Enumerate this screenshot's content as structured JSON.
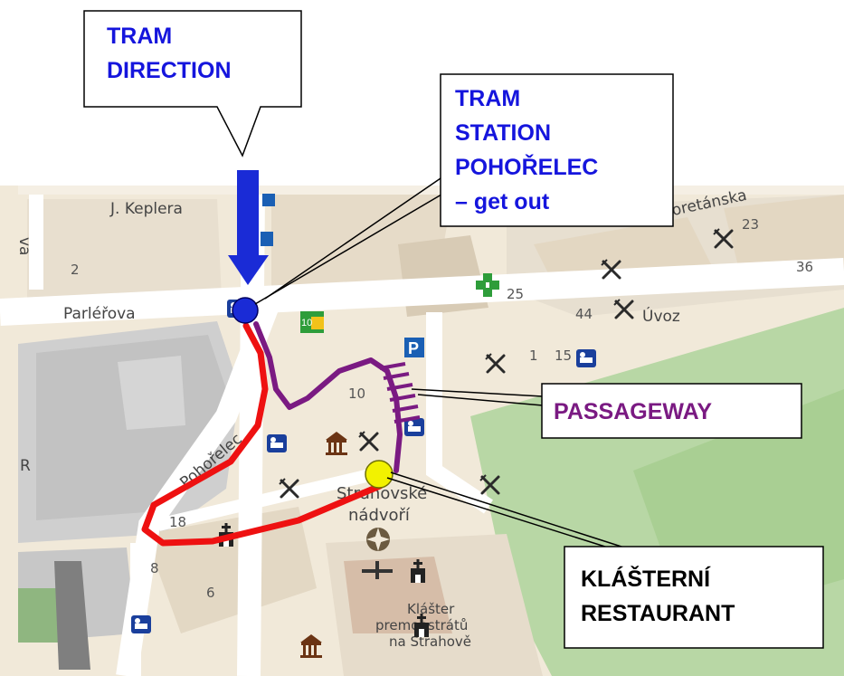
{
  "map": {
    "streets": {
      "keplera": "J. Keplera",
      "parlerova": "Parléřova",
      "pohorelec": "Pohořelec",
      "uvoz": "Úvoz",
      "loretanska": "Loretánska",
      "left_edge": "va"
    },
    "places": {
      "nadvori_line1": "Strahovské",
      "nadvori_line2": "nádvoří",
      "klaster_line1": "Klášter",
      "klaster_line2": "premonstrátů",
      "klaster_line3": "na Strahově",
      "edge_letter": "R"
    },
    "house_numbers": {
      "n2": "2",
      "n25": "25",
      "n44": "44",
      "n23": "23",
      "n36": "36",
      "n1": "1",
      "n15": "15",
      "n10": "10",
      "n18": "18",
      "n8": "8",
      "n6": "6"
    },
    "map_labels": {
      "parking": "P",
      "sign": "10"
    }
  },
  "callouts": {
    "tram_direction": {
      "line1": "TRAM",
      "line2": "DIRECTION"
    },
    "tram_station": {
      "line1": "TRAM",
      "line2": "STATION",
      "line3": "POHOŘELEC",
      "line4": "– get out"
    },
    "passageway": {
      "text": "PASSAGEWAY"
    },
    "restaurant": {
      "line1": "KLÁŠTERNÍ",
      "line2": "RESTAURANT"
    }
  },
  "colors": {
    "callout_blue": "#1515dd",
    "passage_purple": "#7a1a82",
    "route_red": "#ee1111",
    "restaurant_marker": "#f2f200",
    "tram_marker": "#1a2bd6"
  },
  "icons": {
    "restaurant": "fork-knife-icon",
    "hotel": "bed-icon",
    "museum": "museum-icon",
    "church": "church-icon",
    "pharmacy": "pharmacy-cross-icon",
    "parking": "parking-icon",
    "monument": "compass-rose-icon"
  }
}
